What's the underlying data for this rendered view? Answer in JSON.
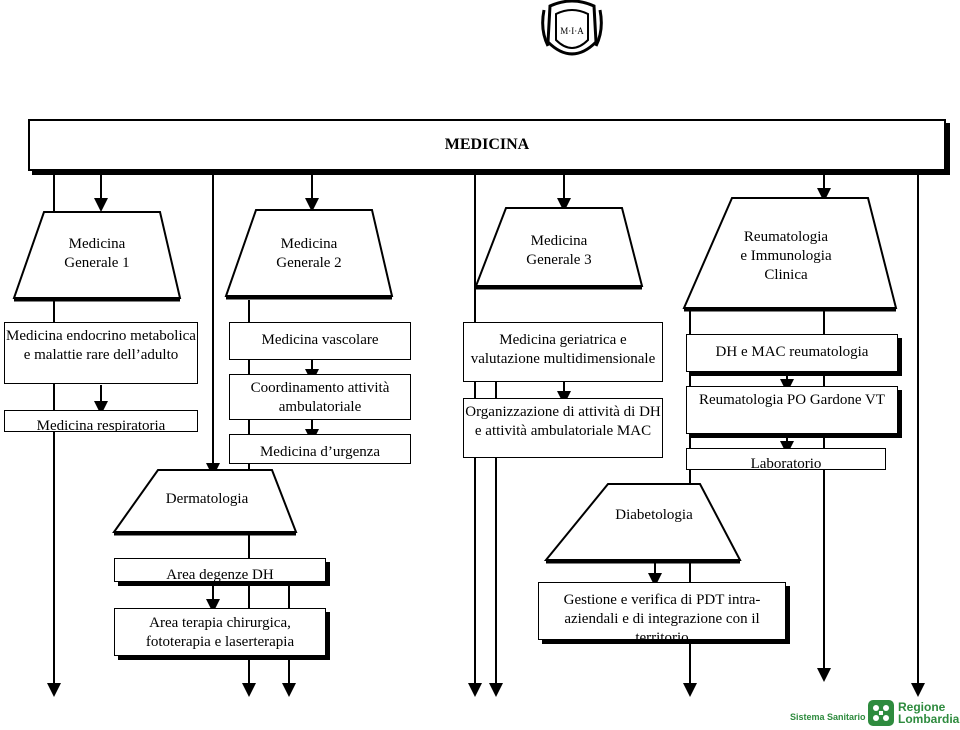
{
  "header": {
    "title": "MEDICINA",
    "emblem_text": "M·I·A"
  },
  "units": [
    {
      "name": "Medicina Generale 1",
      "line1": "Medicina",
      "line2": "Generale 1"
    },
    {
      "name": "Medicina Generale 2",
      "line1": "Medicina",
      "line2": "Generale 2"
    },
    {
      "name": "Medicina Generale 3",
      "line1": "Medicina",
      "line2": "Generale 3"
    },
    {
      "name": "Reumatologia e Immunologia Clinica",
      "line1": "Reumatologia",
      "line2": "e Immunologia",
      "line3": "Clinica"
    }
  ],
  "col1": {
    "endocrino": "Medicina endocrino metabolica e malattie rare dell’adulto",
    "respiratoria": "Medicina respiratoria"
  },
  "col2": {
    "vascolare": "Medicina vascolare",
    "coordinamento": "Coordinamento attività ambulatoriale",
    "urgenza": "Medicina d’urgenza"
  },
  "col3": {
    "geriatrica": "Medicina geriatrica e valutazione multidimensionale",
    "organizzazione": "Organizzazione di attività di DH e attività ambulatoriale MAC"
  },
  "col4": {
    "dh_mac": "DH e MAC reumatologia",
    "gardone": "Reumatologia PO Gardone VT",
    "laboratorio": "Laboratorio"
  },
  "dermatologia": {
    "title": "Dermatologia",
    "degenze": "Area degenze DH",
    "terapia": "Area terapia chirurgica, fototerapia e laserterapia"
  },
  "diabetologia": {
    "title": "Diabetologia",
    "gestione": "Gestione e verifica di PDT intra-aziendali e di integrazione con il territorio"
  },
  "footer": {
    "sistema": "Sistema Sanitario",
    "regione_1": "Regione",
    "regione_2": "Lombardia"
  },
  "colors": {
    "line": "#000000",
    "footer_green": "#2e8b3e"
  }
}
